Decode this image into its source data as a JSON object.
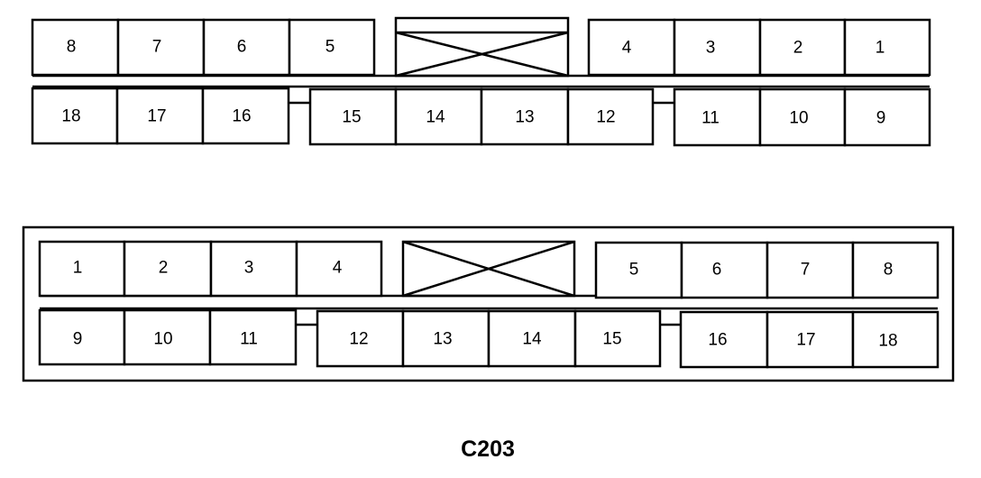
{
  "connector_id": "C203",
  "views": [
    {
      "name": "top",
      "row1_left": [
        "8",
        "7",
        "6",
        "5"
      ],
      "row1_right": [
        "4",
        "3",
        "2",
        "1"
      ],
      "row2_left": [
        "18",
        "17",
        "16"
      ],
      "row2_center": [
        "15",
        "14",
        "13",
        "12"
      ],
      "row2_right": [
        "11",
        "10",
        "9"
      ]
    },
    {
      "name": "bottom",
      "row1_left": [
        "1",
        "2",
        "3",
        "4"
      ],
      "row1_right": [
        "5",
        "6",
        "7",
        "8"
      ],
      "row2_left": [
        "9",
        "10",
        "11"
      ],
      "row2_center": [
        "12",
        "13",
        "14",
        "15"
      ],
      "row2_right": [
        "16",
        "17",
        "18"
      ]
    }
  ]
}
